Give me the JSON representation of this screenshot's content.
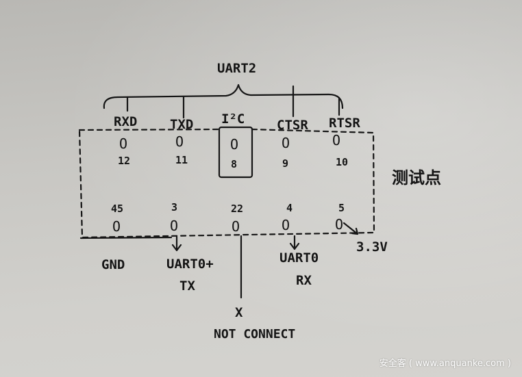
{
  "header": {
    "bus_label": "UART2"
  },
  "top_row": [
    {
      "label": "RXD",
      "pin": "O",
      "num": "12"
    },
    {
      "label": "TXD",
      "pin": "O",
      "num": "11"
    },
    {
      "label": "I²C",
      "pin": "O",
      "num": "8"
    },
    {
      "label": "CTSR",
      "pin": "O",
      "num": "9"
    },
    {
      "label": "RTSR",
      "pin": "O",
      "num": "10"
    }
  ],
  "bottom_row": [
    {
      "num": "45",
      "pin": "O"
    },
    {
      "num": "3",
      "pin": "O"
    },
    {
      "num": "22",
      "pin": "O"
    },
    {
      "num": "4",
      "pin": "O"
    },
    {
      "num": "5",
      "pin": "O"
    }
  ],
  "side_label": "测试点",
  "bottom_labels": {
    "gnd": "GND",
    "uart0_tx_line1": "UART0+",
    "uart0_tx_line2": "TX",
    "uart0_rx_line1": "UART0",
    "uart0_rx_line2": "RX",
    "voltage": "3.3V",
    "nc_mark": "X",
    "not_connect": "NOT CONNECT"
  },
  "watermark": "安全客 ( www.anquanke.com )"
}
